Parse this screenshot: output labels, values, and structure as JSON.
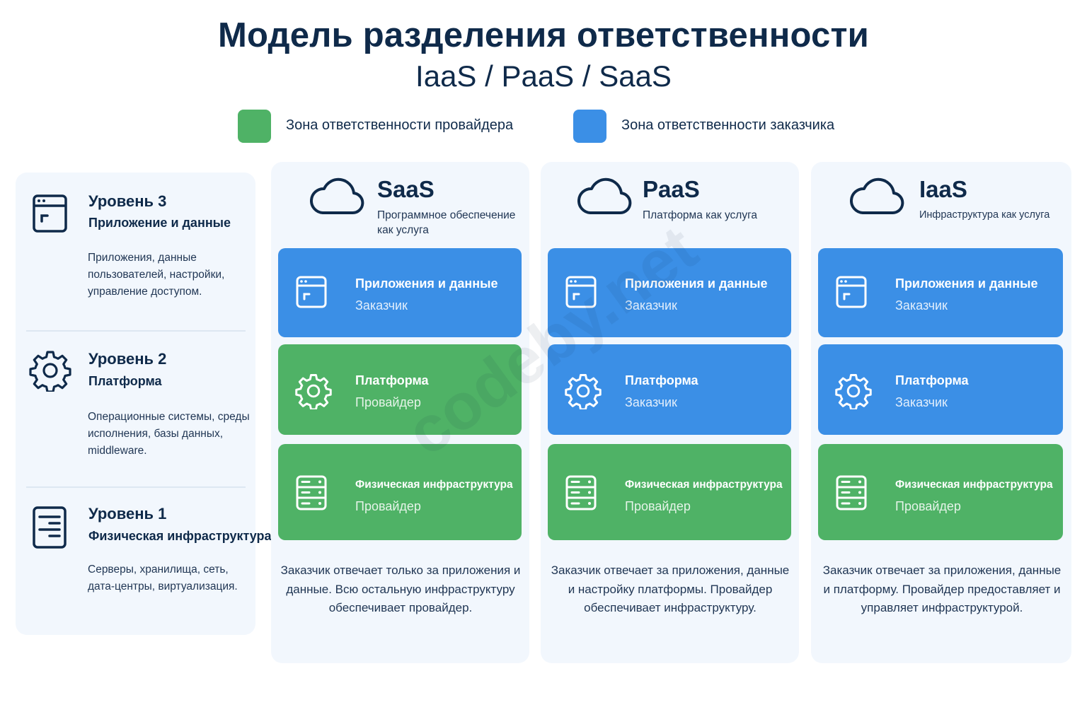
{
  "header": {
    "title": "Модель разделения ответственности",
    "subtitle": "IaaS / PaaS / SaaS"
  },
  "legend": {
    "provider": {
      "label": "Зона ответственности провайдера",
      "color": "#4fb266"
    },
    "customer": {
      "label": "Зона ответственности заказчика",
      "color": "#3b8fe6"
    }
  },
  "levels": [
    {
      "icon": "app-window-icon",
      "title": "Уровень 3",
      "name": "Приложение и данные",
      "desc": "Приложения, данные пользователей, настройки, управление доступом."
    },
    {
      "icon": "gear-icon",
      "title": "Уровень 2",
      "name": "Платформа",
      "desc": "Операционные системы, среды исполнения, базы данных, middleware."
    },
    {
      "icon": "server-icon",
      "title": "Уровень 1",
      "name": "Физическая инфраструктура",
      "desc": "Серверы, хранилища, сеть, дата-центры, виртуализация."
    }
  ],
  "models": [
    {
      "name": "SaaS",
      "subtitle": "Программное обеспечение как услуга",
      "layers": [
        {
          "name": "Приложения и данные",
          "owner": "Заказчик",
          "zone": "customer",
          "icon": "app-window-icon"
        },
        {
          "name": "Платформа",
          "owner": "Провайдер",
          "zone": "provider",
          "icon": "gear-icon"
        },
        {
          "name": "Физическая инфраструктура",
          "owner": "Провайдер",
          "zone": "provider",
          "icon": "server-icon"
        }
      ],
      "note": "Заказчик отвечает только за приложения и данные. Всю остальную инфраструктуру обеспечивает провайдер."
    },
    {
      "name": "PaaS",
      "subtitle": "Платформа как услуга",
      "layers": [
        {
          "name": "Приложения и данные",
          "owner": "Заказчик",
          "zone": "customer",
          "icon": "app-window-icon"
        },
        {
          "name": "Платформа",
          "owner": "Заказчик",
          "zone": "customer",
          "icon": "gear-icon"
        },
        {
          "name": "Физическая инфраструктура",
          "owner": "Провайдер",
          "zone": "provider",
          "icon": "server-icon"
        }
      ],
      "note": "Заказчик отвечает за приложения, данные и настройку платформы. Провайдер обеспечивает инфраструктуру."
    },
    {
      "name": "IaaS",
      "subtitle": "Инфраструктура как услуга",
      "layers": [
        {
          "name": "Приложения и данные",
          "owner": "Заказчик",
          "zone": "customer",
          "icon": "app-window-icon"
        },
        {
          "name": "Платформа",
          "owner": "Заказчик",
          "zone": "customer",
          "icon": "gear-icon"
        },
        {
          "name": "Физическая инфраструктура",
          "owner": "Провайдер",
          "zone": "provider",
          "icon": "server-icon"
        }
      ],
      "note": "Заказчик отвечает за приложения, данные и платформу. Провайдер предоставляет и управляет инфраструктурой."
    }
  ],
  "watermark": "codeby.net"
}
